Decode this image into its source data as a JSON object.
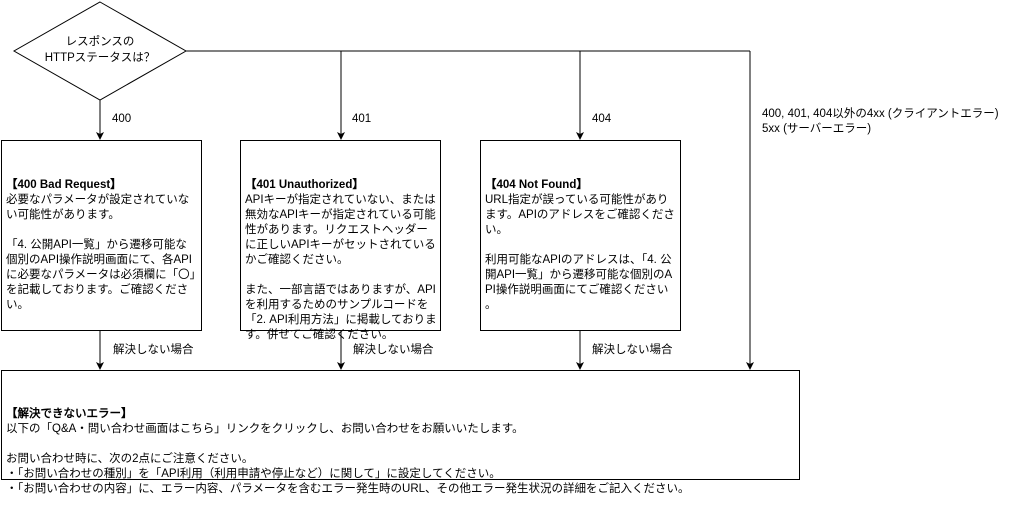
{
  "decision": {
    "text": "レスポンスの\nHTTPステータスは？"
  },
  "edges": {
    "e400": "400",
    "e401": "401",
    "e404": "404",
    "other_line1": "400, 401, 404以外の4xx (クライアントエラー)",
    "other_line2": "5xx (サーバーエラー)",
    "unresolved1": "解決しない場合",
    "unresolved2": "解決しない場合",
    "unresolved3": "解決しない場合"
  },
  "boxes": {
    "b400": {
      "title": "【400 Bad Request】",
      "body": "必要なパラメータが設定されていない可能性があります。\n\n「4. 公開API一覧」から遷移可能な個別のAPI操作説明画面にて、各APIに必要なパラメータは必須欄に「〇」を記載しております。ご確認ください。"
    },
    "b401": {
      "title": "【401 Unauthorized】",
      "body": "APIキーが指定されていない、または無効なAPIキーが指定されている可能性があります。リクエストヘッダーに正しいAPIキーがセットされているかご確認ください。\n\nまた、一部言語ではありますが、APIを利用するためのサンプルコードを「2. API利用方法」に掲載しております。併せてご確認ください。"
    },
    "b404": {
      "title": "【404 Not Found】",
      "body": "URL指定が誤っている可能性があります。APIのアドレスをご確認ください。\n\n利用可能なAPIのアドレスは、「4. 公開API一覧」から遷移可能な個別のAPI操作説明画面にてご確認ください。"
    },
    "final": {
      "title": "【解決できないエラー】",
      "body": "以下の「Q&A・問い合わせ画面はこちら」リンクをクリックし、お問い合わせをお願いいたします。\n\nお問い合わせ時に、次の2点にご注意ください。\n・「お問い合わせの種別」を「API利用（利用申請や停止など）に関して」に設定してください。\n・「お問い合わせの内容」に、エラー内容、パラメータを含むエラー発生時のURL、その他エラー発生状況の詳細をご記入ください。"
    }
  }
}
